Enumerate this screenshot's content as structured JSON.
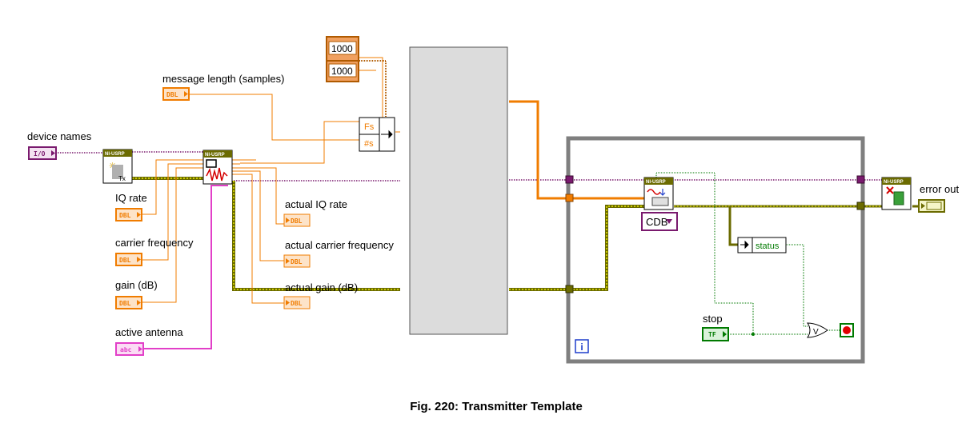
{
  "labels": {
    "device_names": "device names",
    "message_length": "message length (samples)",
    "iq_rate": "IQ rate",
    "carrier_frequency": "carrier frequency",
    "gain": "gain (dB)",
    "active_antenna": "active antenna",
    "actual_iq_rate": "actual IQ rate",
    "actual_carrier_frequency": "actual carrier frequency",
    "actual_gain": "actual gain (dB)",
    "error_out": "error out",
    "stop": "stop",
    "status": "status"
  },
  "terminals": {
    "io": "I/O",
    "dbl": "DBL",
    "abc": "abc",
    "tf": "TF"
  },
  "constants": {
    "first": "1000",
    "second": "1000"
  },
  "bundle": {
    "fs": "Fs",
    "ns": "#s"
  },
  "subvi_headers": {
    "niusrp": "NI-USRP"
  },
  "icons": {
    "tx_text": "Tx",
    "or_symbol": "V"
  },
  "while_loop": {
    "iteration_label": "i"
  },
  "data_type_selector": "CDB",
  "caption": "Fig. 220: Transmitter Template",
  "colors": {
    "error_cluster": "#6b6b00",
    "refnum": "#7a1a6e",
    "numeric_dbl": "#f07c00",
    "boolean": "#007a00",
    "string": "#e23fc8",
    "loop_border": "#7f7f7f",
    "stacked_seq": "#dcdcdc"
  }
}
